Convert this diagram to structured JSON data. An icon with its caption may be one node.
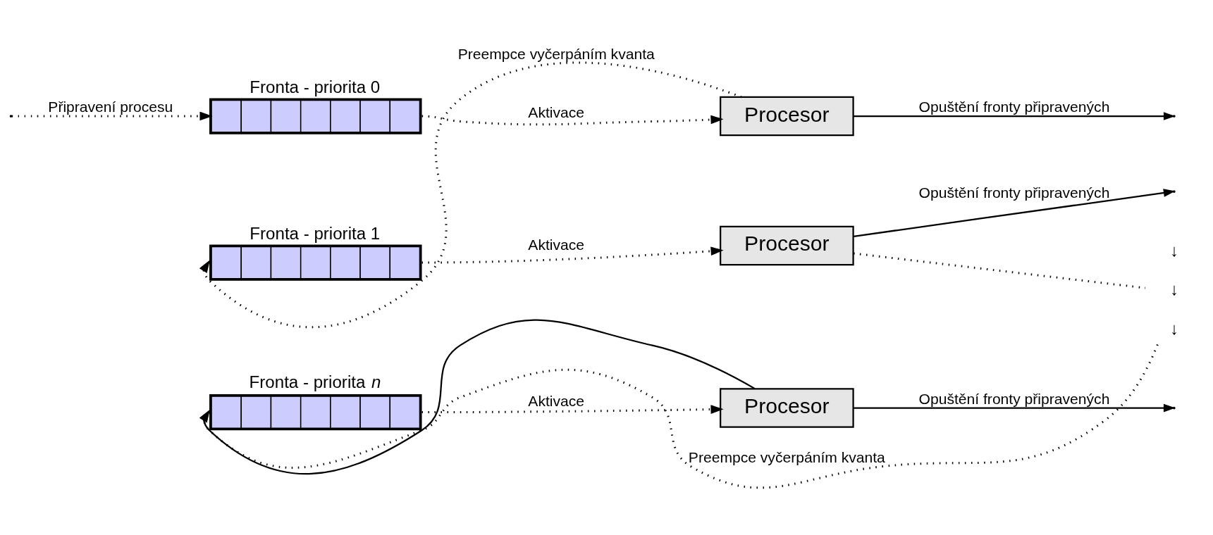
{
  "diagram": {
    "nodes": [
      {
        "text": [
          "Fronta - priorita 0"
        ]
      },
      {
        "text": [
          "Procesor"
        ]
      },
      {
        "text": [
          "Fronta - priorita 1"
        ]
      },
      {
        "text": [
          "Procesor"
        ]
      },
      {
        "text": [
          "Fronta - priorita *n*"
        ]
      },
      {
        "text": [
          "Procesor"
        ]
      },
      {
        "text": [
          "↓",
          "↓",
          "↓"
        ]
      }
    ],
    "edges": [
      {
        "from": null,
        "to": 0,
        "arrow": "to",
        "label": "Připravení procesu",
        "style": "dashed"
      },
      {
        "from": 0,
        "to": 1,
        "arrow": "to",
        "label": "Aktivace",
        "style": "dashed"
      },
      {
        "from": 1,
        "to": null,
        "arrow": "to",
        "label": "Opuštění fronty připravených"
      },
      {
        "from": 1,
        "to": 2,
        "arrow": "to",
        "label": "Preempce vyčerpáním kvanta",
        "style": "dashed"
      },
      {
        "from": 2,
        "to": 3,
        "arrow": "to",
        "label": "Aktivace",
        "style": "dashed"
      },
      {
        "from": 3,
        "to": null,
        "arrow": "to",
        "label": "Opuštění fronty připravených"
      },
      {
        "from": 3,
        "to": 6,
        "arrow": "none",
        "style": "dashed"
      },
      {
        "from": 6,
        "to": 4,
        "arrow": "to",
        "label": "Preempce vyčerpáním kvanta",
        "style": "dashed"
      },
      {
        "from": 4,
        "to": 5,
        "arrow": "to",
        "label": "Aktivace",
        "style": "dashed"
      },
      {
        "from": 5,
        "to": null,
        "arrow": "to",
        "label": "Opuštění fronty připravených"
      },
      {
        "from": 5,
        "to": 4,
        "arrow": "to"
      }
    ]
  }
}
